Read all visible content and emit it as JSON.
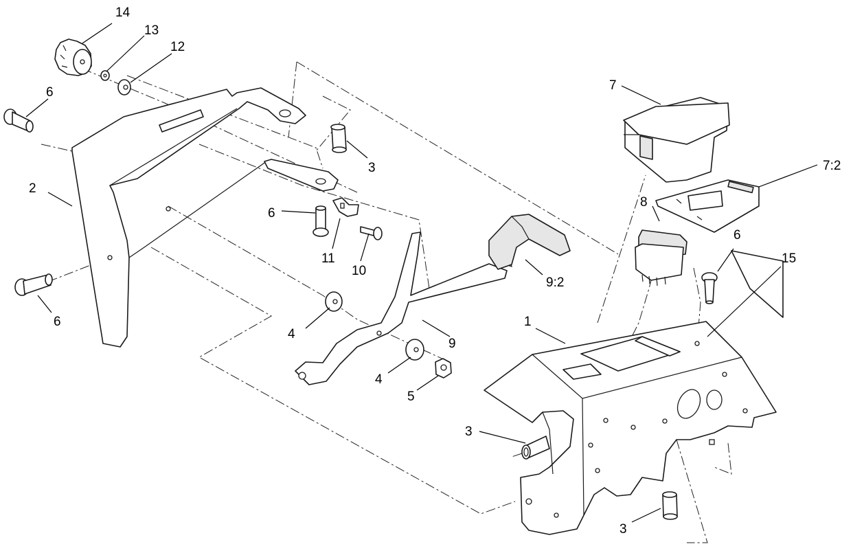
{
  "callouts": {
    "c14": "14",
    "c13": "13",
    "c12": "12",
    "c6_top_left": "6",
    "c2": "2",
    "c3_upper": "3",
    "c6_mid": "6",
    "c11": "11",
    "c10": "10",
    "c9_2": "9:2",
    "c9": "9",
    "c4_upper": "4",
    "c4_lower": "4",
    "c5": "5",
    "c6_bottom_left": "6",
    "c7": "7",
    "c7_2": "7:2",
    "c8": "8",
    "c6_right": "6",
    "c15": "15",
    "c1": "1",
    "c3_lower_mid": "3",
    "c3_bottom": "3"
  },
  "decal_text": "",
  "colors": {
    "line": "#1a1a1a",
    "paper": "#ffffff",
    "shade": "#e6e6e6"
  }
}
